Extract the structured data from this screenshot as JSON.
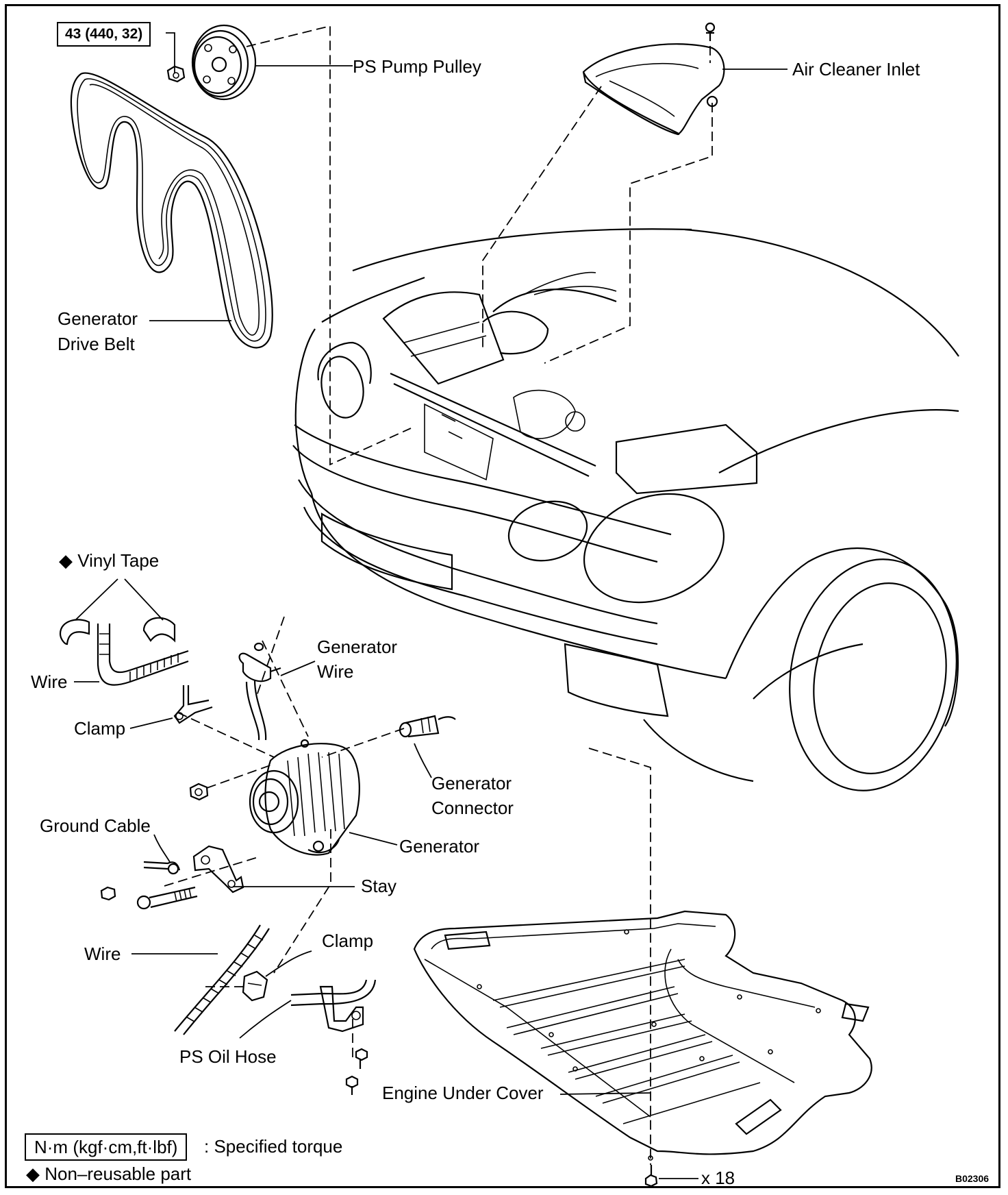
{
  "torque_callout": "43 (440, 32)",
  "labels": {
    "ps_pump_pulley": "PS Pump Pulley",
    "air_cleaner_inlet": "Air Cleaner Inlet",
    "generator_drive_belt_1": "Generator",
    "generator_drive_belt_2": "Drive Belt",
    "vinyl_tape": "◆ Vinyl Tape",
    "wire_upper": "Wire",
    "clamp_upper": "Clamp",
    "generator_wire_1": "Generator",
    "generator_wire_2": "Wire",
    "generator_connector_1": "Generator",
    "generator_connector_2": "Connector",
    "ground_cable": "Ground Cable",
    "generator": "Generator",
    "stay": "Stay",
    "wire_lower": "Wire",
    "clamp_lower": "Clamp",
    "ps_oil_hose": "PS Oil Hose",
    "engine_under_cover": "Engine Under Cover",
    "bolt_count": "x 18"
  },
  "legend": {
    "unit_box": "N·m (kgf·cm,ft·lbf)",
    "unit_text": ": Specified torque",
    "non_reusable": "◆ Non–reusable part"
  },
  "figure_code": "B02306"
}
